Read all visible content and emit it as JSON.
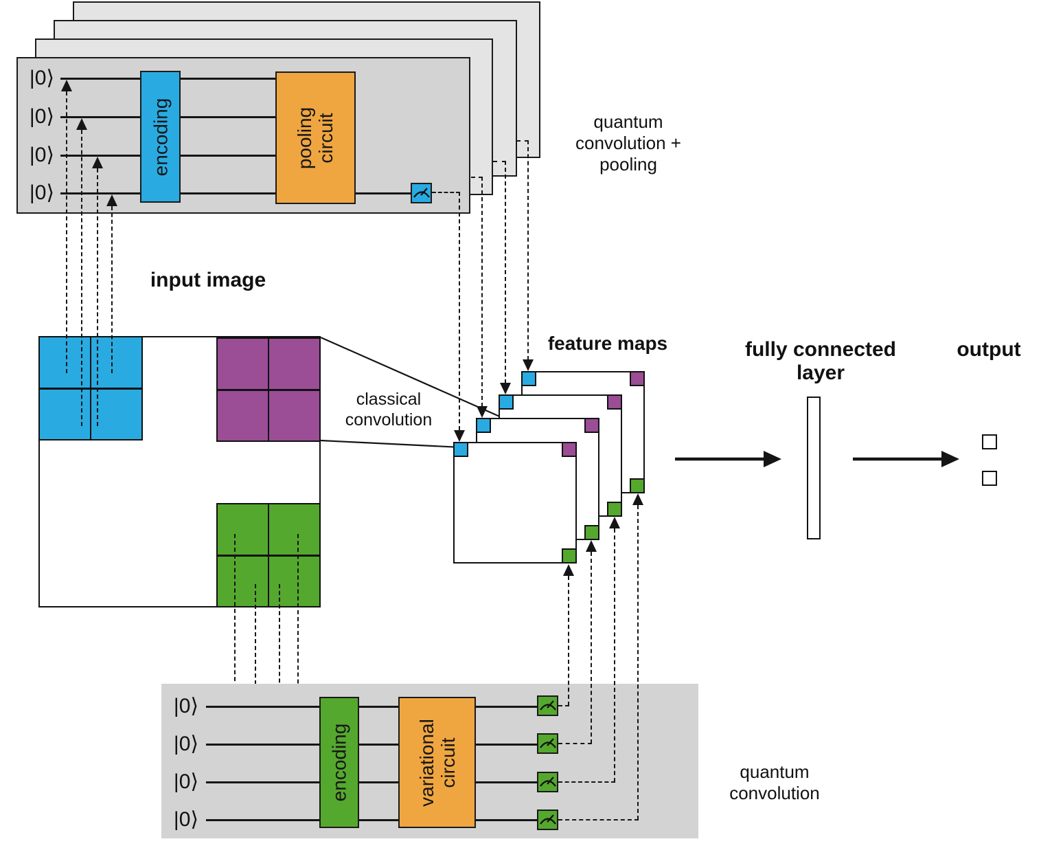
{
  "colors": {
    "cyan": "#29abe2",
    "purple": "#9b4d96",
    "green": "#55a82e",
    "orange": "#f0a640",
    "panel_gray": "#d3d3d3",
    "panel_gray_light": "#e4e4e4",
    "line": "#151515"
  },
  "top_circuit": {
    "qubits": [
      "|0⟩",
      "|0⟩",
      "|0⟩",
      "|0⟩"
    ],
    "encoding_label": "encoding",
    "pooling_label_line1": "pooling",
    "pooling_label_line2": "circuit",
    "caption_lines": [
      "quantum",
      "convolution +",
      "pooling"
    ]
  },
  "input_image": {
    "title": "input image"
  },
  "classical_convolution": {
    "caption_lines": [
      "classical",
      "convolution"
    ]
  },
  "feature_maps": {
    "title": "feature maps"
  },
  "fully_connected": {
    "caption_lines": [
      "fully connected",
      "layer"
    ]
  },
  "output": {
    "title": "output"
  },
  "bottom_circuit": {
    "qubits": [
      "|0⟩",
      "|0⟩",
      "|0⟩",
      "|0⟩"
    ],
    "encoding_label": "encoding",
    "variational_label_line1": "variational",
    "variational_label_line2": "circuit",
    "caption_lines": [
      "quantum",
      "convolution"
    ]
  },
  "icons": {
    "measurement": "measurement-gauge"
  }
}
